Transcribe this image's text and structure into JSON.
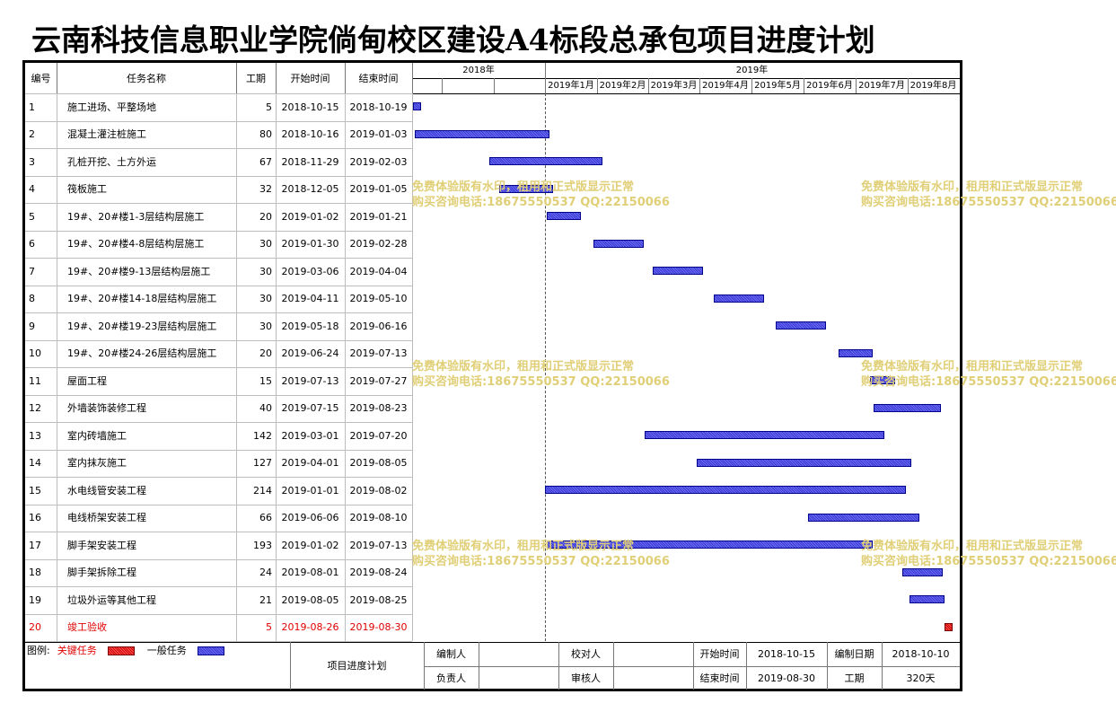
{
  "title": "云南科技信息职业学院倘甸校区建设A4标段总承包项目进度计划",
  "headers": {
    "id": "编号",
    "name": "任务名称",
    "duration": "工期",
    "start": "开始时间",
    "end": "结束时间",
    "year2018": "2018年",
    "year2019": "2019年",
    "months": [
      "2019年1月",
      "2019年2月",
      "2019年3月",
      "2019年4月",
      "2019年5月",
      "2019年6月",
      "2019年7月",
      "2019年8月"
    ]
  },
  "tasks": [
    {
      "id": "1",
      "name": "施工进场、平整场地",
      "duration": "5",
      "start": "2018-10-15",
      "end": "2018-10-19",
      "critical": false
    },
    {
      "id": "2",
      "name": "混凝土灌注桩施工",
      "duration": "80",
      "start": "2018-10-16",
      "end": "2019-01-03",
      "critical": false
    },
    {
      "id": "3",
      "name": "孔桩开挖、土方外运",
      "duration": "67",
      "start": "2018-11-29",
      "end": "2019-02-03",
      "critical": false
    },
    {
      "id": "4",
      "name": "筏板施工",
      "duration": "32",
      "start": "2018-12-05",
      "end": "2019-01-05",
      "critical": false
    },
    {
      "id": "5",
      "name": "19#、20#楼1-3层结构层施工",
      "duration": "20",
      "start": "2019-01-02",
      "end": "2019-01-21",
      "critical": false
    },
    {
      "id": "6",
      "name": "19#、20#楼4-8层结构层施工",
      "duration": "30",
      "start": "2019-01-30",
      "end": "2019-02-28",
      "critical": false
    },
    {
      "id": "7",
      "name": "19#、20#楼9-13层结构层施工",
      "duration": "30",
      "start": "2019-03-06",
      "end": "2019-04-04",
      "critical": false
    },
    {
      "id": "8",
      "name": "19#、20#楼14-18层结构层施工",
      "duration": "30",
      "start": "2019-04-11",
      "end": "2019-05-10",
      "critical": false
    },
    {
      "id": "9",
      "name": "19#、20#楼19-23层结构层施工",
      "duration": "30",
      "start": "2019-05-18",
      "end": "2019-06-16",
      "critical": false
    },
    {
      "id": "10",
      "name": "19#、20#楼24-26层结构层施工",
      "duration": "20",
      "start": "2019-06-24",
      "end": "2019-07-13",
      "critical": false
    },
    {
      "id": "11",
      "name": "屋面工程",
      "duration": "15",
      "start": "2019-07-13",
      "end": "2019-07-27",
      "critical": false
    },
    {
      "id": "12",
      "name": "外墙装饰装修工程",
      "duration": "40",
      "start": "2019-07-15",
      "end": "2019-08-23",
      "critical": false
    },
    {
      "id": "13",
      "name": "室内砖墙施工",
      "duration": "142",
      "start": "2019-03-01",
      "end": "2019-07-20",
      "critical": false
    },
    {
      "id": "14",
      "name": "室内抹灰施工",
      "duration": "127",
      "start": "2019-04-01",
      "end": "2019-08-05",
      "critical": false
    },
    {
      "id": "15",
      "name": "水电线管安装工程",
      "duration": "214",
      "start": "2019-01-01",
      "end": "2019-08-02",
      "critical": false
    },
    {
      "id": "16",
      "name": "电线桥架安装工程",
      "duration": "66",
      "start": "2019-06-06",
      "end": "2019-08-10",
      "critical": false
    },
    {
      "id": "17",
      "name": "脚手架安装工程",
      "duration": "193",
      "start": "2019-01-02",
      "end": "2019-07-13",
      "critical": false
    },
    {
      "id": "18",
      "name": "脚手架拆除工程",
      "duration": "24",
      "start": "2019-08-01",
      "end": "2019-08-24",
      "critical": false
    },
    {
      "id": "19",
      "name": "垃圾外运等其他工程",
      "duration": "21",
      "start": "2019-08-05",
      "end": "2019-08-25",
      "critical": false
    },
    {
      "id": "20",
      "name": "竣工验收",
      "duration": "5",
      "start": "2019-08-26",
      "end": "2019-08-30",
      "critical": true
    }
  ],
  "footer": {
    "legend_label": "图例:",
    "critical_label": "关键任务",
    "normal_label": "一般任务",
    "plan_name": "项目进度计划",
    "editor_label": "编制人",
    "editor_value": "",
    "proofread_label": "校对人",
    "proofread_value": "",
    "start_label": "开始时间",
    "start_value": "2018-10-15",
    "compiled_label": "编制日期",
    "compiled_value": "2018-10-10",
    "owner_label": "负责人",
    "owner_value": "",
    "review_label": "审核人",
    "review_value": "",
    "end_label": "结束时间",
    "end_value": "2019-08-30",
    "duration_label": "工期",
    "duration_value": "320天"
  },
  "watermark": {
    "line1": "免费体验版有水印，租用和正式版显示正常",
    "line2": "购买咨询电话:18675550537 QQ:22150066"
  },
  "colors": {
    "normal_bar": "#4a4ae0",
    "critical_bar": "#e00000",
    "critical_text": "#e00000",
    "watermark": "#e0cf77"
  }
}
